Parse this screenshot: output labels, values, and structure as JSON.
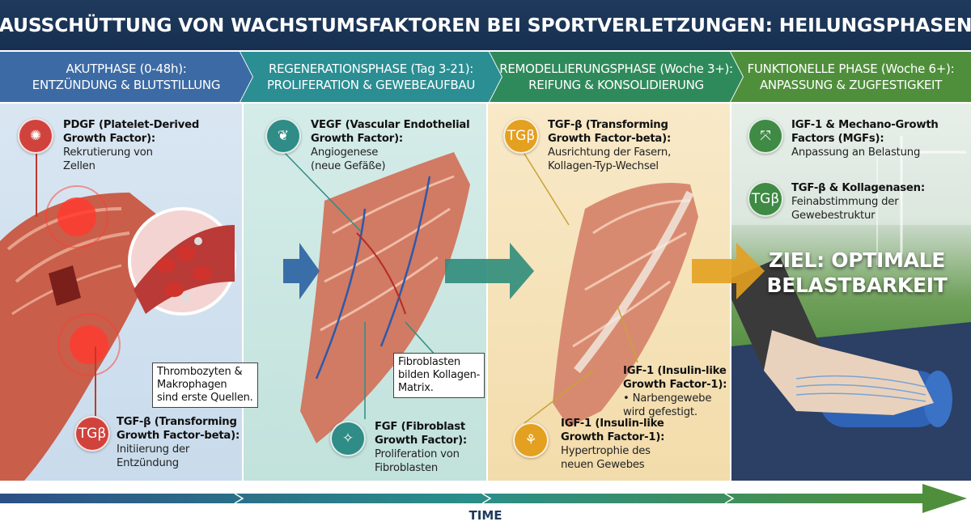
{
  "title": "AUSSCHÜTTUNG VON WACHSTUMSFAKTOREN BEI SPORTVERLETZUNGEN: HEILUNGSPHASEN",
  "phases": [
    {
      "line1": "AKUTPHASE (0-48h):",
      "line2": "ENTZÜNDUNG & BLUTSTILLUNG",
      "color": "#3c6aa4"
    },
    {
      "line1": "REGENERATIONSPHASE (Tag 3-21):",
      "line2": "PROLIFERATION & GEWEBEAUFBAU",
      "color": "#2a8e93"
    },
    {
      "line1": "REMODELLIERUNGSPHASE (Woche 3+):",
      "line2": "REIFUNG & KONSOLIDIERUNG",
      "color": "#2f8a5b"
    },
    {
      "line1": "FUNKTIONELLE PHASE (Woche 6+):",
      "line2": "ANPASSUNG & ZUGFESTIGKEIT",
      "color": "#4f8f3b"
    }
  ],
  "acute": {
    "pdgf": {
      "name1": "PDGF (Platelet-Derived",
      "name2": "Growth Factor):",
      "desc1": "Rekrutierung von",
      "desc2": "Zellen",
      "icon": "virus-icon"
    },
    "tgf": {
      "badge": "TGβ",
      "name1": "TGF-β (Transforming",
      "name2": "Growth Factor-beta):",
      "desc1": "Initiierung der",
      "desc2": "Entzündung"
    },
    "note": {
      "line1": "Thrombozyten &",
      "line2": "Makrophagen",
      "line3": "sind erste Quellen."
    }
  },
  "regen": {
    "vegf": {
      "name1": "VEGF (Vascular Endothelial",
      "name2": "Growth Factor):",
      "desc1": "Angiogenese",
      "desc2": "(neue Gefäße)",
      "icon": "sprout-icon"
    },
    "note": {
      "line1": "Fibroblasten",
      "line2": "bilden Kollagen-",
      "line3": "Matrix."
    },
    "fgf": {
      "name1": "FGF (Fibroblast",
      "name2": "Growth Factor):",
      "desc1": "Proliferation von",
      "desc2": "Fibroblasten",
      "icon": "fibroblast-icon"
    }
  },
  "remodel": {
    "tgf": {
      "badge": "TGβ",
      "name1": "TGF-β (Transforming",
      "name2": "Growth Factor-beta):",
      "desc1": "Ausrichtung der Fasern,",
      "desc2": "Kollagen-Typ-Wechsel"
    },
    "igf_a": {
      "name1": "IGF-1 (Insulin-like",
      "name2": "Growth Factor-1):",
      "desc1": "• Narbengewebe",
      "desc2": "wird gefestigt."
    },
    "igf_b": {
      "name1": "IGF-1 (Insulin-like",
      "name2": "Growth Factor-1):",
      "desc1": "Hypertrophie des",
      "desc2": "neuen Gewebes",
      "icon": "cell-growth-icon"
    }
  },
  "functional": {
    "igf": {
      "name1": "IGF-1 & Mechano-Growth",
      "name2": "Factors (MGFs):",
      "desc1": "Anpassung an Belastung",
      "icon": "expand-arrows-icon"
    },
    "tgf": {
      "badge": "TGβ",
      "name1": "TGF-β & Kollagenasen:",
      "desc1": "Feinabstimmung der",
      "desc2": "Gewebestruktur"
    },
    "goal1": "ZIEL: OPTIMALE",
    "goal2": "BELASTBARKEIT"
  },
  "timeline": {
    "label": "TIME"
  }
}
